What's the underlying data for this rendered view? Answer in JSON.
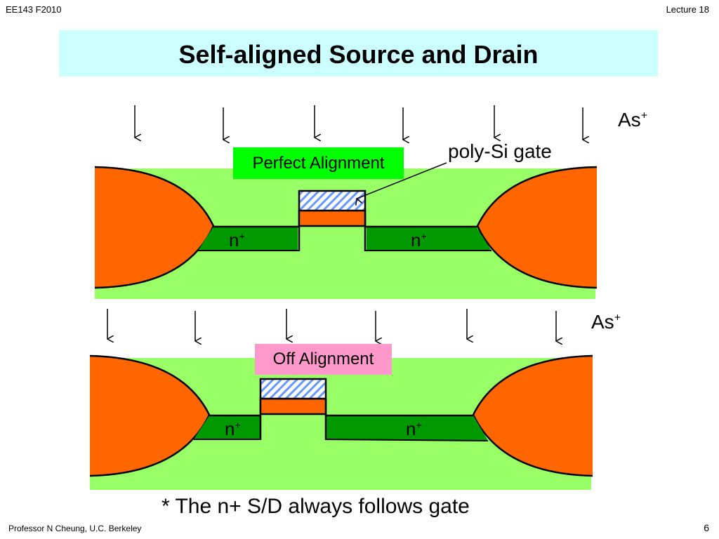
{
  "header": {
    "course": "EE143 F2010",
    "lecture": "Lecture 18"
  },
  "title": "Self-aligned Source and Drain",
  "diagram_top": {
    "ion_label": "As",
    "ion_charge": "+",
    "gate_label": "poly-Si gate",
    "alignment_tag": "Perfect Alignment",
    "n_left": "n",
    "n_right": "n",
    "n_sup": "+"
  },
  "diagram_bottom": {
    "ion_label": "As",
    "ion_charge": "+",
    "alignment_tag": "Off Alignment",
    "n_left": "n",
    "n_right": "n",
    "n_sup": "+"
  },
  "note": "* The n+ S/D always follows gate",
  "footer": {
    "author": "Professor  N Cheung, U.C. Berkeley",
    "page": "6"
  },
  "colors": {
    "title_bg": "#ccffff",
    "substrate": "#99ff66",
    "oxide": "#ff6600",
    "n_plus": "#009900",
    "perfect_tag": "#00ff00",
    "off_tag": "#ff99cc",
    "poly_hatch": "#6699ff"
  }
}
